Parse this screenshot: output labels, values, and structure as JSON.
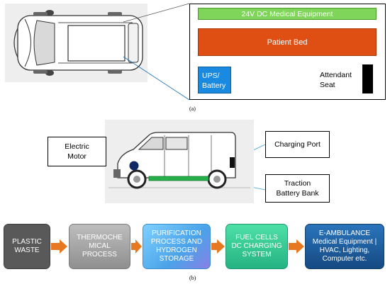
{
  "top_layout": {
    "equipment_label": "24V DC Medical Equipment",
    "bed_label": "Patient Bed",
    "ups_label_line1": "UPS/",
    "ups_label_line2": "Battery",
    "seat_label_line1": "Attendant",
    "seat_label_line2": "Seat"
  },
  "side_view": {
    "motor_label_line1": "Electric",
    "motor_label_line2": "Motor",
    "charging_label": "Charging Port",
    "battery_label_line1": "Traction",
    "battery_label_line2": "Battery Bank"
  },
  "captions": {
    "a": "(a)",
    "b": "(b)"
  },
  "process_flow": {
    "steps": [
      {
        "lines": [
          "PLASTIC",
          "WASTE"
        ],
        "color": "#595959"
      },
      {
        "lines": [
          "THERMOCHE",
          "MICAL",
          "PROCESS"
        ],
        "color": "#a6a6a6"
      },
      {
        "lines": [
          "PURIFICATION",
          "PROCESS AND",
          "HYDROGEN",
          "STORAGE"
        ],
        "color": "#62b8f0"
      },
      {
        "lines": [
          "FUEL CELLS",
          "DC CHARGING",
          "SYSTEM"
        ],
        "color": "#35d39a"
      },
      {
        "lines": [
          "E-AMBULANCE",
          "Medical Equipment |",
          "HVAC, Lighting,",
          "Computer etc."
        ],
        "color": "#1f5f9e"
      }
    ],
    "arrow_color": "#e87722"
  }
}
